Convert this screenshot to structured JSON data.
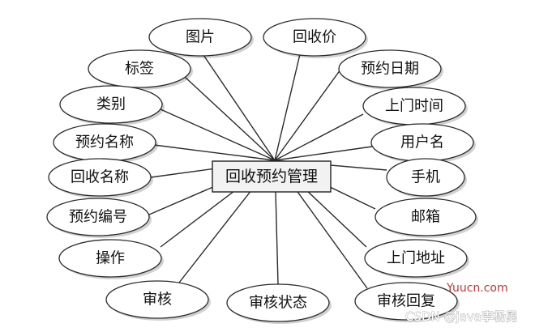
{
  "entity": {
    "label": "回收预约管理"
  },
  "attributes": [
    {
      "id": "picture",
      "label": "图片"
    },
    {
      "id": "recycle-price",
      "label": "回收价"
    },
    {
      "id": "tag",
      "label": "标签"
    },
    {
      "id": "appointment-date",
      "label": "预约日期"
    },
    {
      "id": "category",
      "label": "类别"
    },
    {
      "id": "visit-time",
      "label": "上门时间"
    },
    {
      "id": "appointment-name",
      "label": "预约名称"
    },
    {
      "id": "username",
      "label": "用户名"
    },
    {
      "id": "recycle-name",
      "label": "回收名称"
    },
    {
      "id": "phone",
      "label": "手机"
    },
    {
      "id": "appointment-number",
      "label": "预约编号"
    },
    {
      "id": "email",
      "label": "邮箱"
    },
    {
      "id": "operation",
      "label": "操作"
    },
    {
      "id": "visit-address",
      "label": "上门地址"
    },
    {
      "id": "review",
      "label": "审核"
    },
    {
      "id": "review-status",
      "label": "审核状态"
    },
    {
      "id": "review-reply",
      "label": "审核回复"
    }
  ],
  "watermarks": {
    "site": "Yuucn.com",
    "credit": "CSDN @java李杨勇"
  }
}
